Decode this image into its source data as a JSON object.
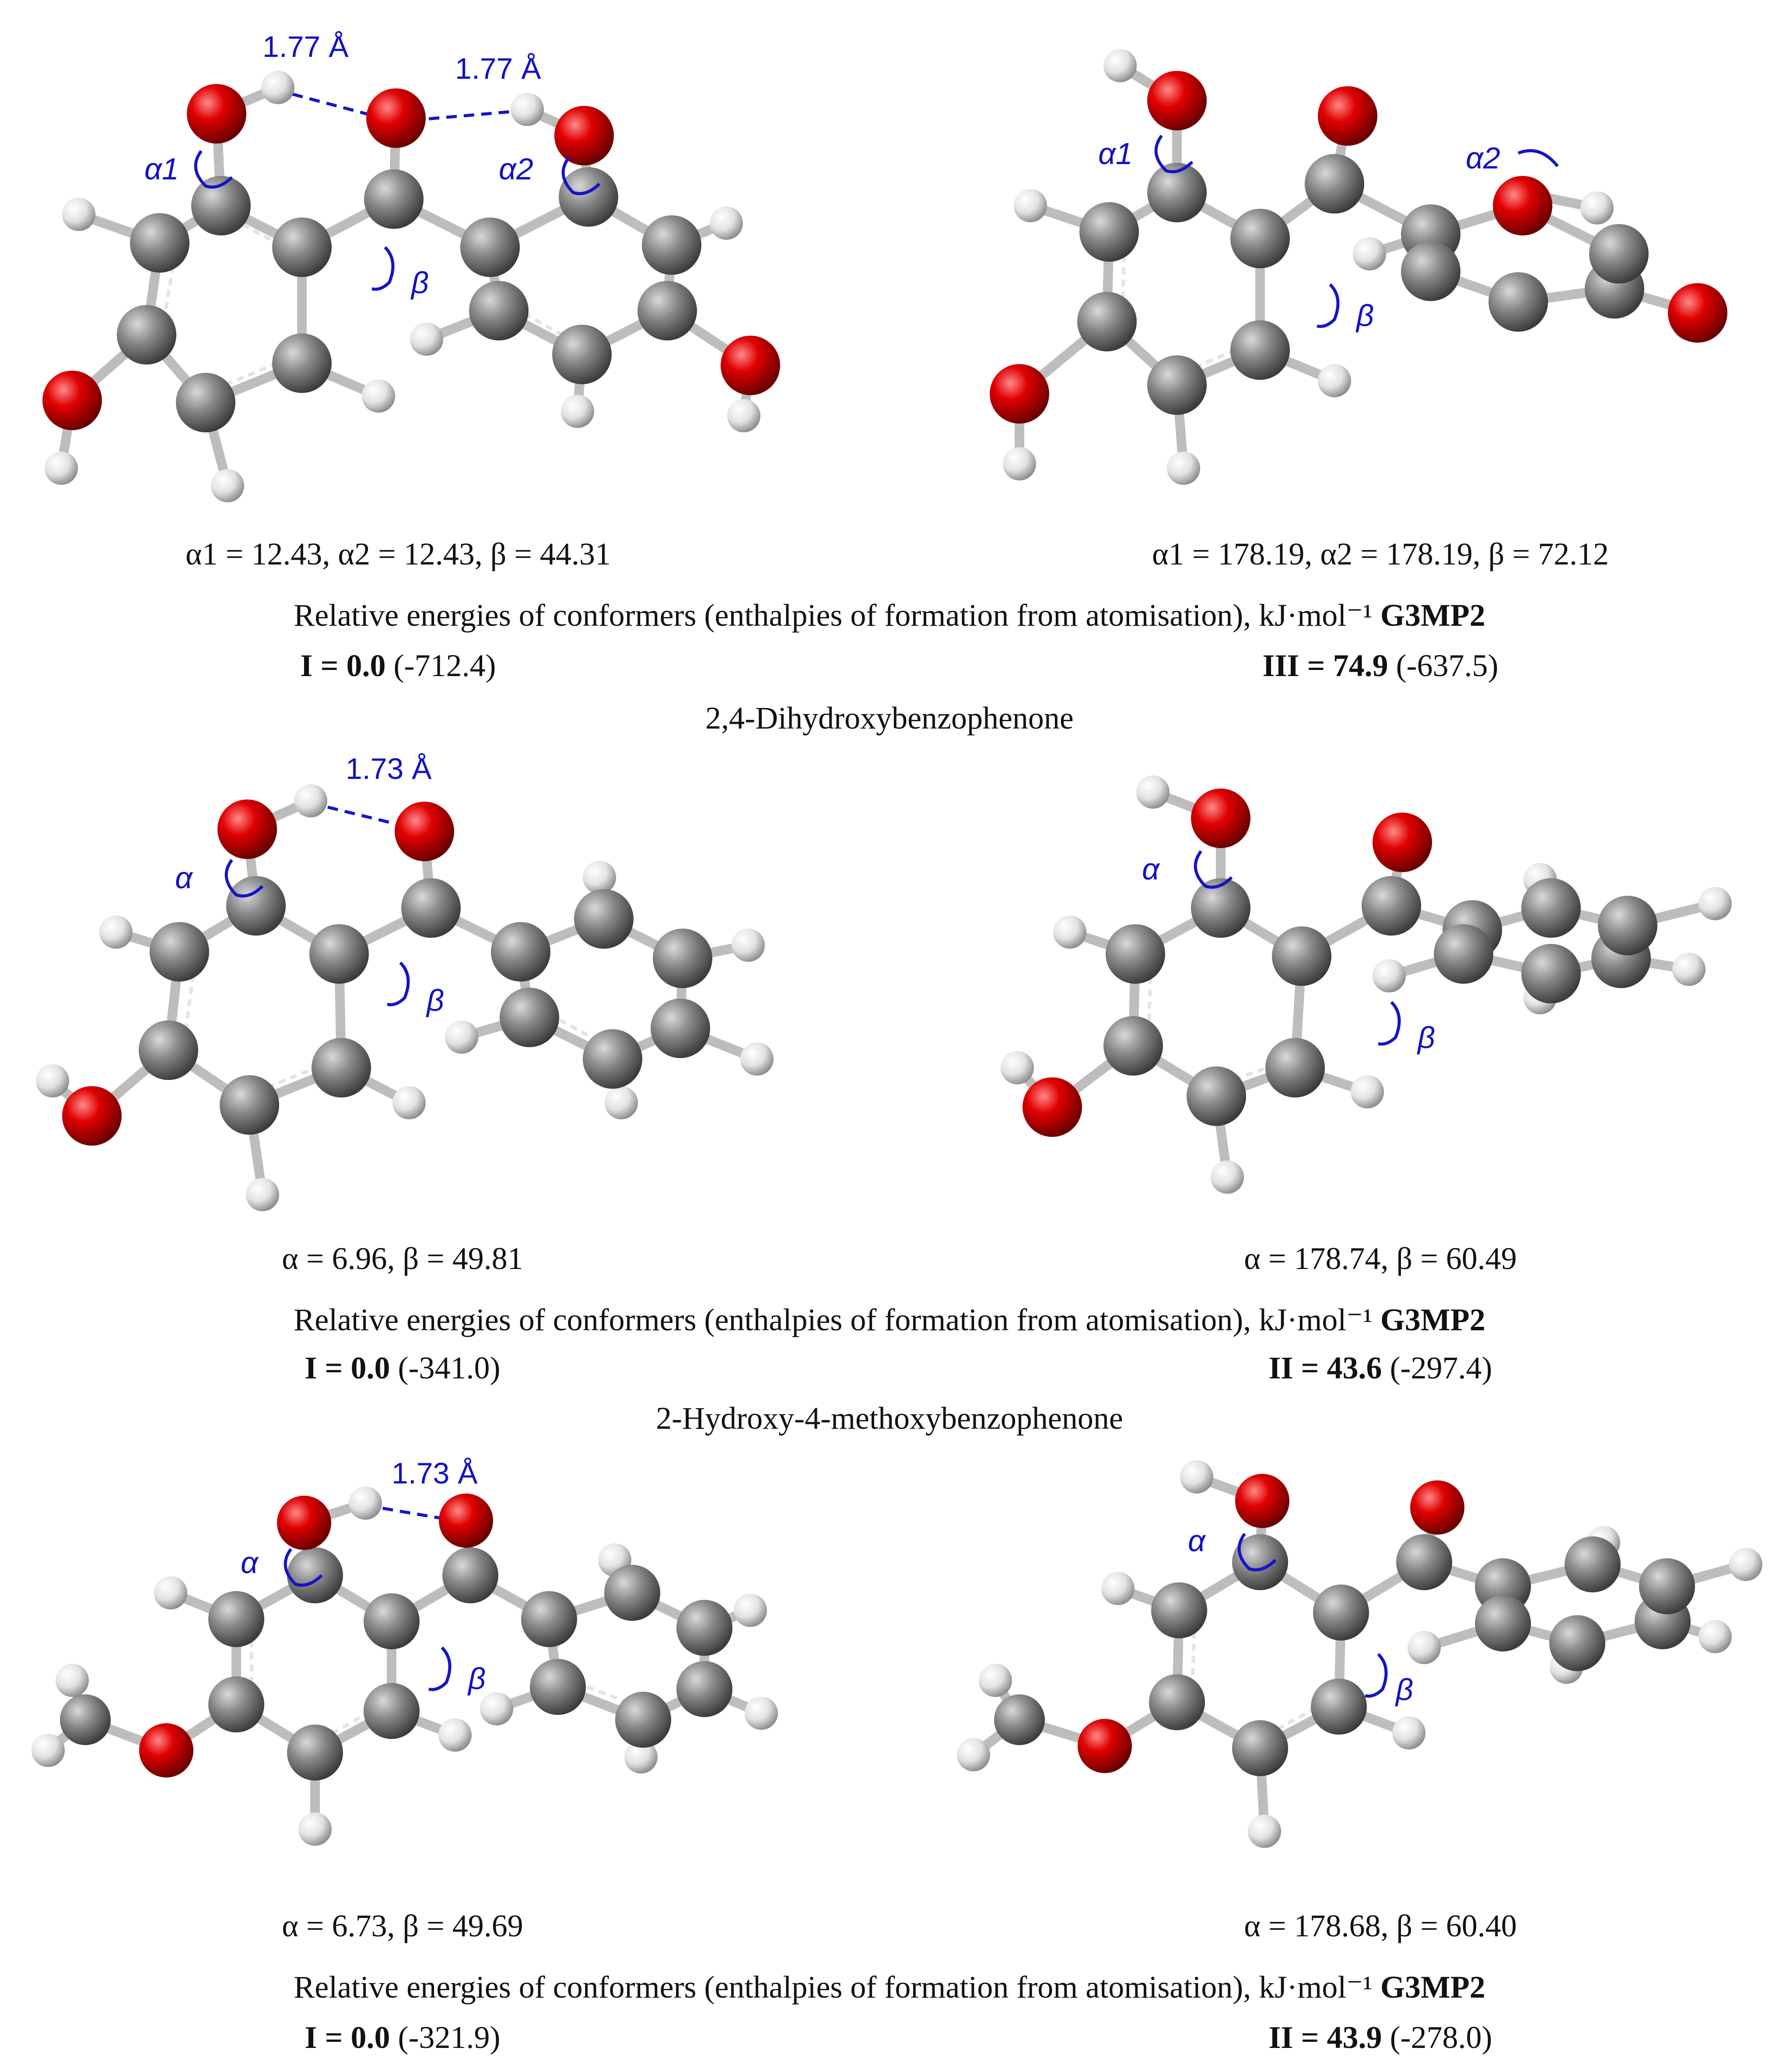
{
  "colors": {
    "carbon": "#7a7a7a",
    "oxygen": "#e00000",
    "hydrogen": "#e2e2e2",
    "annotation": "#1414c8",
    "text": "#111111"
  },
  "blocks": [
    {
      "compound_name": "2,4-Dihydroxybenzophenone",
      "energy_header": {
        "text": "Relative energies of conformers (enthalpies of formation from atomisation), kJ·mol⁻¹ ",
        "method": "G3MP2"
      },
      "left": {
        "angles": "α1 = 12.43, α2 = 12.43, β = 44.31",
        "label_bold": "I = 0.0",
        "label_rest": " (-712.4)",
        "hbond_labels": [
          "1.77 Å",
          "1.77 Å"
        ],
        "angle_marks": [
          "α1",
          "α2",
          "β"
        ]
      },
      "right": {
        "angles": "α1 = 178.19, α2 = 178.19, β = 72.12",
        "label_bold": "III = 74.9",
        "label_rest": " (-637.5)",
        "angle_marks": [
          "α1",
          "α2",
          "β"
        ]
      }
    },
    {
      "compound_name": "2-Hydroxy-4-methoxybenzophenone",
      "energy_header": {
        "text": "Relative energies of conformers (enthalpies of formation from atomisation), kJ·mol⁻¹ ",
        "method": "G3MP2"
      },
      "left": {
        "angles": "α = 6.96, β = 49.81",
        "label_bold": "I = 0.0",
        "label_rest": " (-341.0)",
        "hbond_labels": [
          "1.73 Å"
        ],
        "angle_marks": [
          "α",
          "β"
        ]
      },
      "right": {
        "angles": "α = 178.74, β = 60.49",
        "label_bold": "II = 43.6",
        "label_rest": " (-297.4)",
        "angle_marks": [
          "α",
          "β"
        ]
      }
    },
    {
      "energy_header": {
        "text": "Relative energies of conformers (enthalpies of formation from atomisation), kJ·mol⁻¹ ",
        "method": "G3MP2"
      },
      "left": {
        "angles": "α = 6.73, β = 49.69",
        "label_bold": "I = 0.0",
        "label_rest": " (-321.9)",
        "hbond_labels": [
          "1.73 Å"
        ],
        "angle_marks": [
          "α",
          "β"
        ]
      },
      "right": {
        "angles": "α = 178.68, β = 60.40",
        "label_bold": "II = 43.9",
        "label_rest": " (-278.0)",
        "angle_marks": [
          "α",
          "β"
        ]
      }
    }
  ]
}
